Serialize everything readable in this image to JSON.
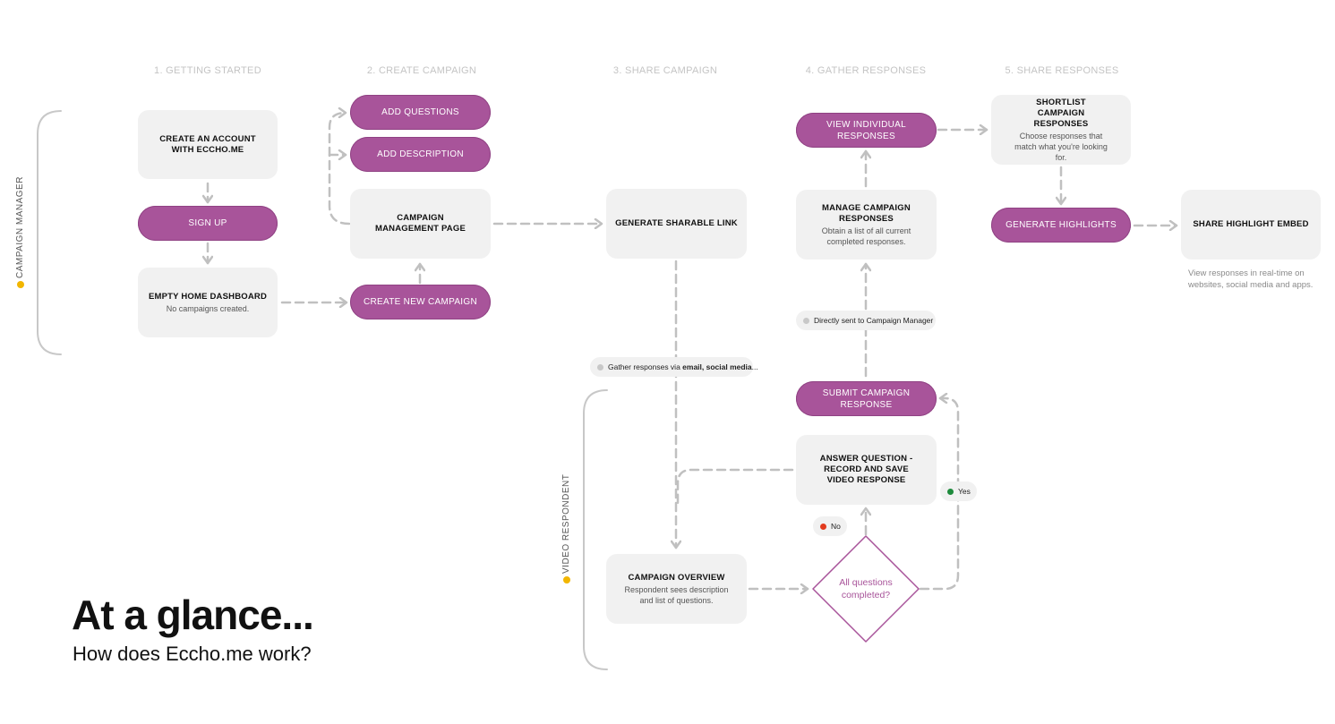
{
  "columns": [
    "1. GETTING STARTED",
    "2. CREATE CAMPAIGN",
    "3. SHARE CAMPAIGN",
    "4. GATHER RESPONSES",
    "5. SHARE RESPONSES"
  ],
  "lanes": {
    "manager": "CAMPAIGN MANAGER",
    "respondent": "VIDEO RESPONDENT"
  },
  "nodes": {
    "create_account": {
      "title": "CREATE AN ACCOUNT WITH ECCHO.ME"
    },
    "sign_up": {
      "title": "SIGN UP"
    },
    "empty_dashboard": {
      "title": "EMPTY HOME DASHBOARD",
      "desc": "No campaigns created."
    },
    "add_questions": {
      "title": "ADD QUESTIONS"
    },
    "add_description": {
      "title": "ADD DESCRIPTION"
    },
    "mgmt_page": {
      "title": "CAMPAIGN MANAGEMENT PAGE"
    },
    "create_campaign": {
      "title": "CREATE NEW CAMPAIGN"
    },
    "gen_link": {
      "title": "GENERATE SHARABLE LINK"
    },
    "view_individual": {
      "title": "VIEW INDIVIDUAL RESPONSES"
    },
    "manage_responses": {
      "title": "MANAGE CAMPAIGN RESPONSES",
      "desc": "Obtain a list of all current completed responses."
    },
    "shortlist": {
      "title": "SHORTLIST CAMPAIGN RESPONSES",
      "desc": "Choose responses that match what you're looking for."
    },
    "gen_highlights": {
      "title": "GENERATE HIGHLIGHTS"
    },
    "share_embed": {
      "title": "SHARE HIGHLIGHT EMBED"
    },
    "submit_response": {
      "title": "SUBMIT CAMPAIGN RESPONSE"
    },
    "answer_question": {
      "title": "ANSWER QUESTION - RECORD AND SAVE VIDEO RESPONSE"
    },
    "campaign_overview": {
      "title": "CAMPAIGN OVERVIEW",
      "desc": "Respondent sees description and list of questions."
    },
    "all_questions": {
      "title": "All questions completed?"
    }
  },
  "tags": {
    "direct": {
      "text": "Directly sent to Campaign Manager",
      "color": "#c8c8c8"
    },
    "gather_prefix": "Gather responses via ",
    "gather_bold": "email, social media",
    "gather_suffix": "...",
    "gather_color": "#c8c8c8",
    "no": {
      "text": "No",
      "color": "#e23a1e"
    },
    "yes": {
      "text": "Yes",
      "color": "#1e8a3c"
    }
  },
  "note_share": "View responses in real-time on websites, social media and apps.",
  "heading": {
    "title": "At a glance...",
    "subtitle": "How does Eccho.me work?"
  },
  "colors": {
    "accent": "#a8549a",
    "box": "#f1f1f1",
    "connector": "#c0c0c0"
  }
}
